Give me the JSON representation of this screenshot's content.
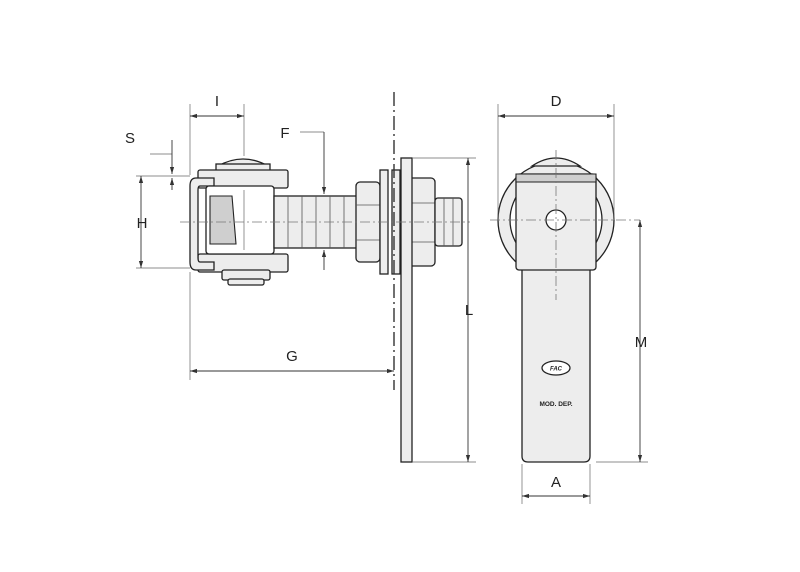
{
  "labels": {
    "I": "I",
    "S": "S",
    "H": "H",
    "F": "F",
    "G": "G",
    "L": "L",
    "D": "D",
    "M": "M",
    "A": "A"
  },
  "marking": {
    "logo": "FAC",
    "text": "MOD. DEP."
  }
}
